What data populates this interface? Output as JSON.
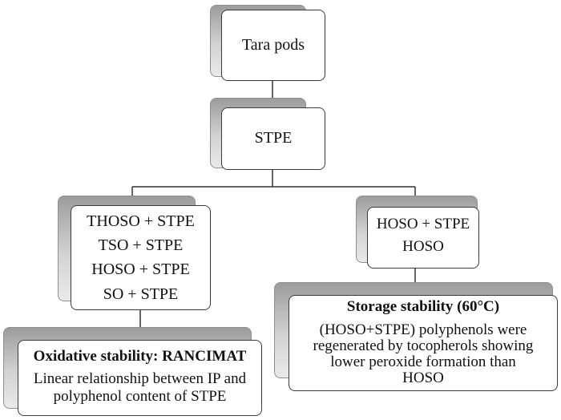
{
  "nodes": {
    "tara_pods": "Tara pods",
    "stpe": "STPE",
    "left_list": [
      "THOSO + STPE",
      "TSO + STPE",
      "HOSO + STPE",
      "SO + STPE"
    ],
    "right_list": [
      "HOSO + STPE",
      "HOSO"
    ],
    "oxidative": {
      "title": "Oxidative stability: RANCIMAT",
      "lines": [
        "Linear relationship between IP and",
        "polyphenol content of STPE"
      ]
    },
    "storage": {
      "title": "Storage stability  (60°C)",
      "lines": [
        "(HOSO+STPE) polyphenols were",
        "regenerated by tocopherols showing",
        "lower  peroxide formation than",
        "HOSO"
      ]
    }
  },
  "colors": {
    "border": "#3a3a3a",
    "shadow": "#b5b5b5",
    "line": "#333333"
  }
}
